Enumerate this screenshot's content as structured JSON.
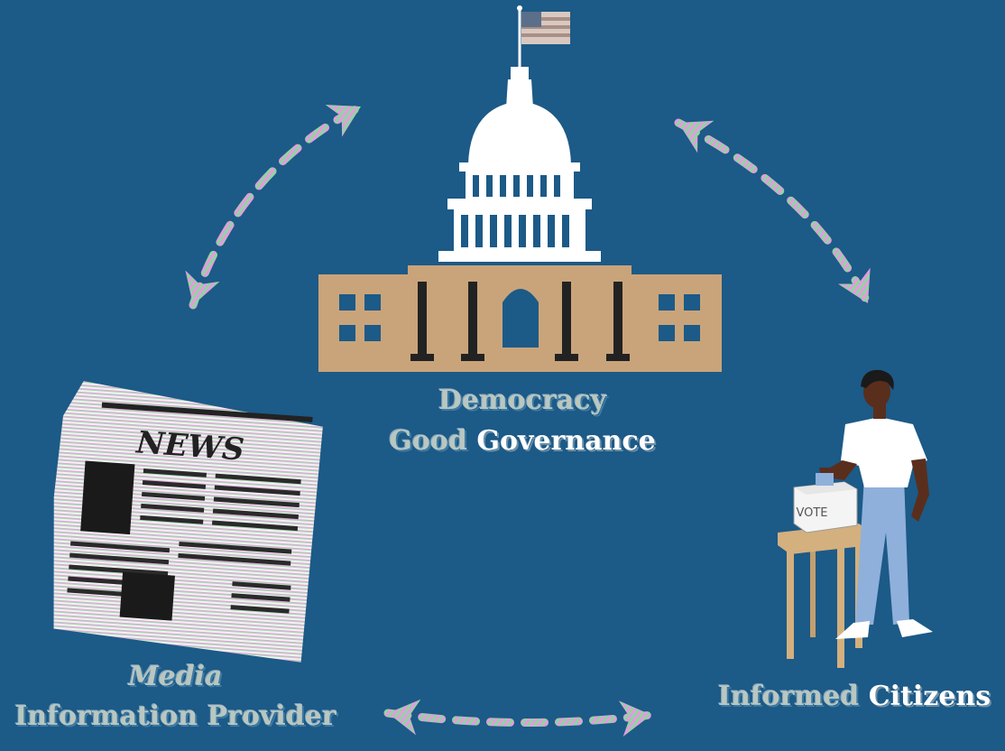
{
  "capitol": {
    "label_line1": "Democracy",
    "label_line2_faint": "Good",
    "label_line2_bright": "Governance"
  },
  "media": {
    "headline": "NEWS",
    "label_line1": "Media",
    "label_line2": "Information Provider"
  },
  "citizens": {
    "ballot_text": "VOTE",
    "label_faint": "Informed",
    "label_bright": "Citizens"
  },
  "colors": {
    "background": "#1c5a87",
    "building": "#c9a47a",
    "dome": "#ffffff",
    "arrow_green": "#8fd6a0",
    "arrow_pink": "#e59ae0"
  },
  "icons": [
    "flag-icon",
    "capitol-icon",
    "newspaper-icon",
    "voter-icon",
    "ballot-box-icon",
    "double-arrow-icon"
  ]
}
